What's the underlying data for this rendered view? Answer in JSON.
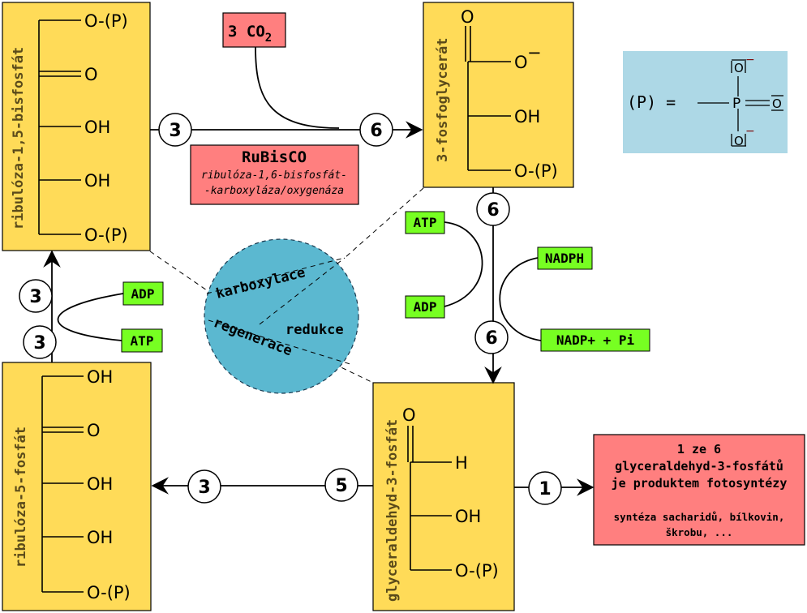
{
  "colors": {
    "molecule_box": "#ffdb58",
    "red_box": "#ff7f7f",
    "green_tag": "#77ff22",
    "blue_box": "#add8e6",
    "circle": "#5bb8d0",
    "dark_red": "#7a0000"
  },
  "molecules": {
    "rubp": {
      "name": "ribulóza-1,5-bisfosfát",
      "groups": [
        "O-(P)",
        "O",
        "OH",
        "OH",
        "O-(P)"
      ]
    },
    "pga": {
      "name": "3-fosfoglycerát",
      "top": "O",
      "groups": [
        "O",
        "OH",
        "O-(P)"
      ],
      "charge": "−"
    },
    "g3p": {
      "name": "glyceraldehyd-3-fosfát",
      "top": "O",
      "groups": [
        "H",
        "OH",
        "O-(P)"
      ]
    },
    "ru5p": {
      "name": "ribulóza-5-fosfát",
      "groups": [
        "OH",
        "O",
        "OH",
        "OH",
        "O-(P)"
      ]
    }
  },
  "co2": {
    "label": "3 CO",
    "sub": "2"
  },
  "rubisco": {
    "title": "RuBisCO",
    "line1": "ribulóza-1,6-bisfosfát-",
    "line2": "-karboxyláza/oxygenáza"
  },
  "product": {
    "line1": "1 ze 6",
    "line2": "glyceraldehyd-3-fosfátů",
    "line3": "je produktem fotosyntézy",
    "line4": "syntéza sacharidů, bílkovin,",
    "line5": "škrobu, ..."
  },
  "tags": {
    "atp_reduction": "ATP",
    "adp_reduction": "ADP",
    "nadph": "NADPH",
    "nadp": "NADP+ + Pi",
    "adp_regen": "ADP",
    "atp_regen": "ATP"
  },
  "counts": {
    "c_rubp_in": "3",
    "c_pga_in": "6",
    "c_pga_out": "6",
    "c_g3p_in": "6",
    "c_product": "1",
    "c_g3p_regen": "5",
    "c_ru5p_in": "3",
    "c_regen_up1": "3",
    "c_regen_up2": "3"
  },
  "cycle": {
    "phase1": "karboxylace",
    "phase2": "redukce",
    "phase3": "regenerace"
  },
  "legend": {
    "symbol": "(P) =",
    "oxygen": "O",
    "phosphorus": "P",
    "charge": "−"
  }
}
